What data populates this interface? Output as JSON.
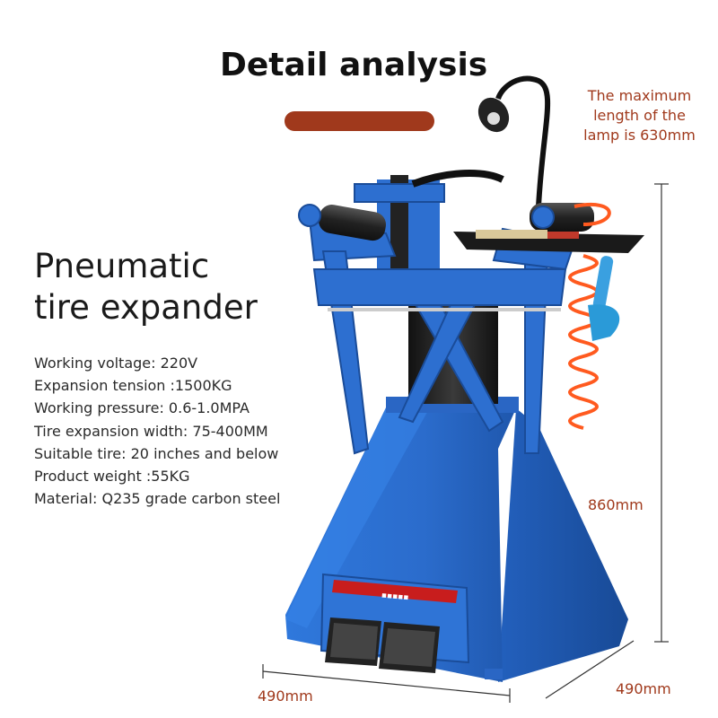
{
  "header": {
    "title": "Detail analysis",
    "accent_color": "#a0391c"
  },
  "lamp_note": {
    "lines": [
      "The maximum",
      "length of the",
      "lamp is 630mm"
    ]
  },
  "product": {
    "name_lines": [
      "Pneumatic",
      "tire expander"
    ]
  },
  "specs": [
    "Working voltage: 220V",
    "Expansion tension :1500KG",
    "Working pressure: 0.6-1.0MPA",
    "Tire expansion width: 75-400MM",
    "Suitable tire: 20 inches and below",
    "Product weight :55KG",
    "Material: Q235 grade carbon steel"
  ],
  "dimensions": {
    "height": "860mm",
    "width": "490mm",
    "depth": "490mm"
  },
  "colors": {
    "machine_blue": "#2d6fd0",
    "machine_blue_dark": "#1d4f9e",
    "hose_orange": "#ff5a1f",
    "text_red": "#a0391c"
  }
}
